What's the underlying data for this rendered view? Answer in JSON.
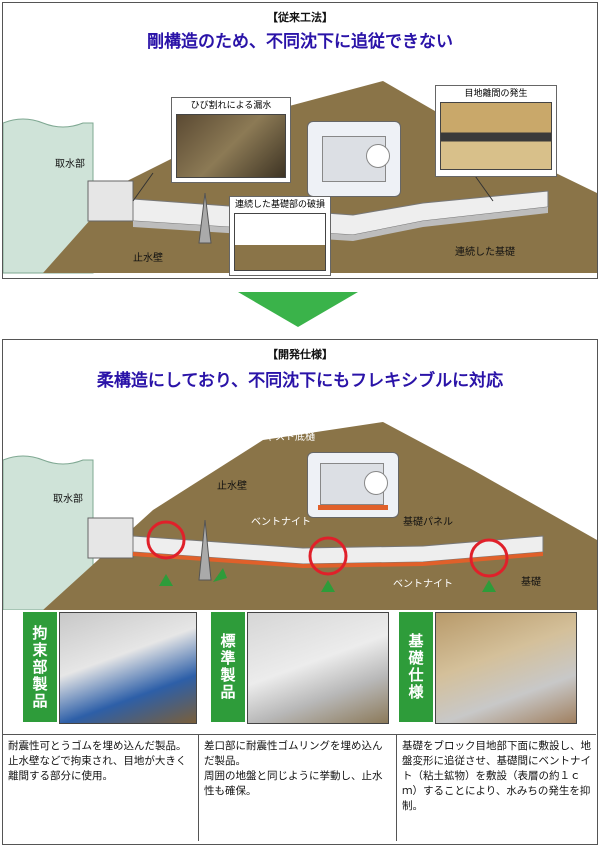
{
  "top": {
    "header": "【従来工法】",
    "subtitle": "剛構造のため、不同沈下に追従できない",
    "labels": {
      "intake": "取水部",
      "crack": "ひび割れによる漏水",
      "joint": "目地離間の発生",
      "breakage": "連続した基礎部の破損",
      "cutoff": "止水壁",
      "foundation": "連続した基礎"
    }
  },
  "bottom": {
    "header": "【開発仕様】",
    "subtitle": "柔構造にしており、不同沈下にもフレキシブルに対応",
    "labels": {
      "intake": "取水部",
      "cutoff": "止水壁",
      "precast": "プレキャスト底樋",
      "bentonite1": "ベントナイト",
      "panel": "基礎パネル",
      "bentonite2": "ベントナイト",
      "foundation": "基礎"
    },
    "products": [
      {
        "tag": "拘束部製品",
        "desc": "耐震性可とうゴムを埋め込んだ製品。\n止水壁などで拘束され、目地が大きく離間する部分に使用。"
      },
      {
        "tag": "標準製品",
        "desc": "差口部に耐震性ゴムリングを埋め込んだ製品。\n周囲の地盤と同じように挙動し、止水性も確保。"
      },
      {
        "tag": "基礎仕様",
        "desc": "基礎をブロック目地部下面に敷設し、地盤変形に追従させ、基礎間にベントナイト（粘土鉱物）を敷設（表層の約１ｃｍ）することにより、水みちの発生を抑制。"
      }
    ]
  },
  "colors": {
    "title": "#2a13a8",
    "tag": "#2e9c3a",
    "arrow": "#3ab34a",
    "earth": "#8a7448",
    "water": "#cfe3d8",
    "ring": "#e0202a"
  }
}
